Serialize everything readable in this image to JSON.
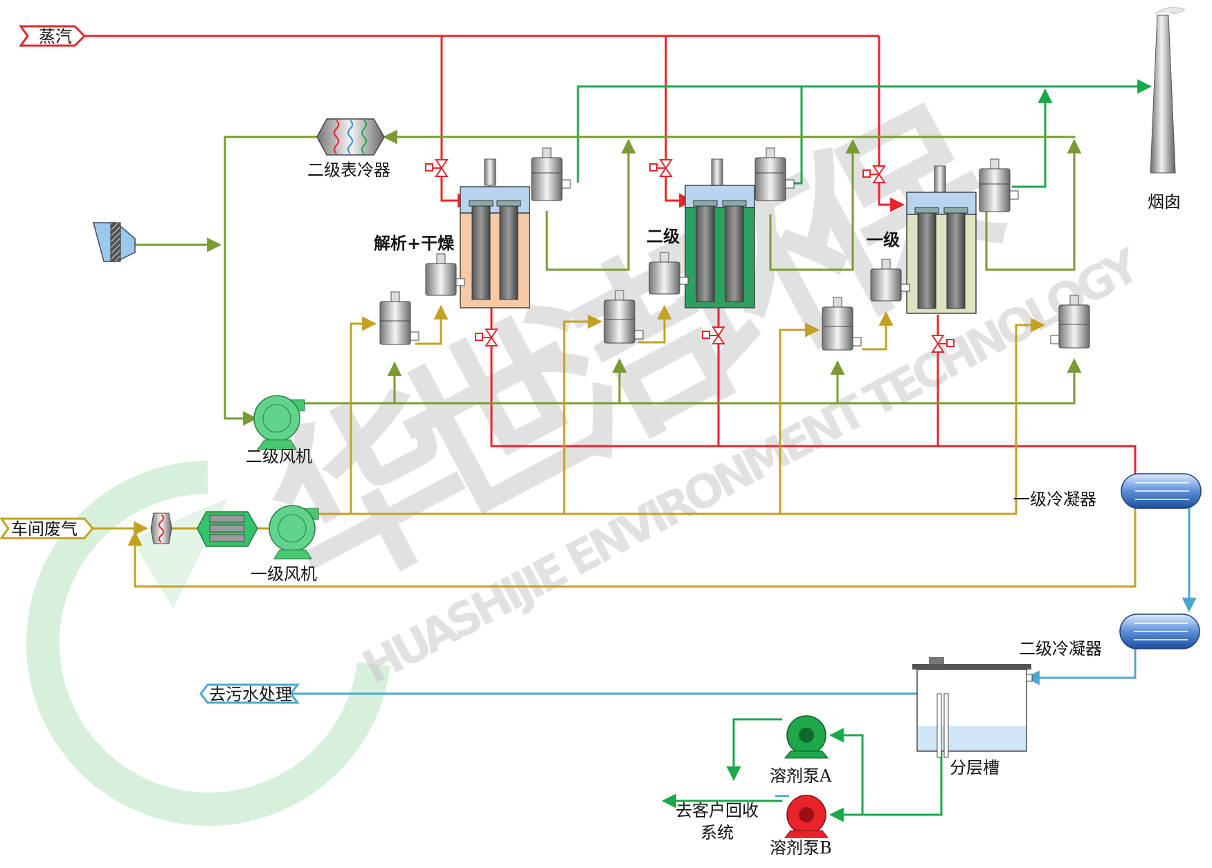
{
  "labels": {
    "steam": "蒸汽",
    "secondary_surface_cooler": "二级表冷器",
    "chimney": "烟囱",
    "desorption_drying": "解析+干燥",
    "stage_two": "二级",
    "stage_one": "一级",
    "secondary_fan": "二级风机",
    "workshop_exhaust": "车间废气",
    "primary_fan": "一级风机",
    "primary_condenser": "一级冷凝器",
    "secondary_condenser": "二级冷凝器",
    "to_wastewater": "去污水处理",
    "layer_tank": "分层槽",
    "solvent_pump_a": "溶剂泵A",
    "solvent_pump_b": "溶剂泵B",
    "to_recovery_line1": "去客户回收",
    "to_recovery_line2": "系统"
  },
  "watermark": {
    "cn": "华世洁环保",
    "en": "HUASHIJIE ENVIRONMENT TECHNOLOGY"
  },
  "colors": {
    "steam": "#e8242a",
    "clean_air": "#1aa84a",
    "return_air": "#7a9a32",
    "waste_gas": "#c4a021",
    "condensate": "#4aa8d0",
    "solvent": "#1aa84a"
  }
}
